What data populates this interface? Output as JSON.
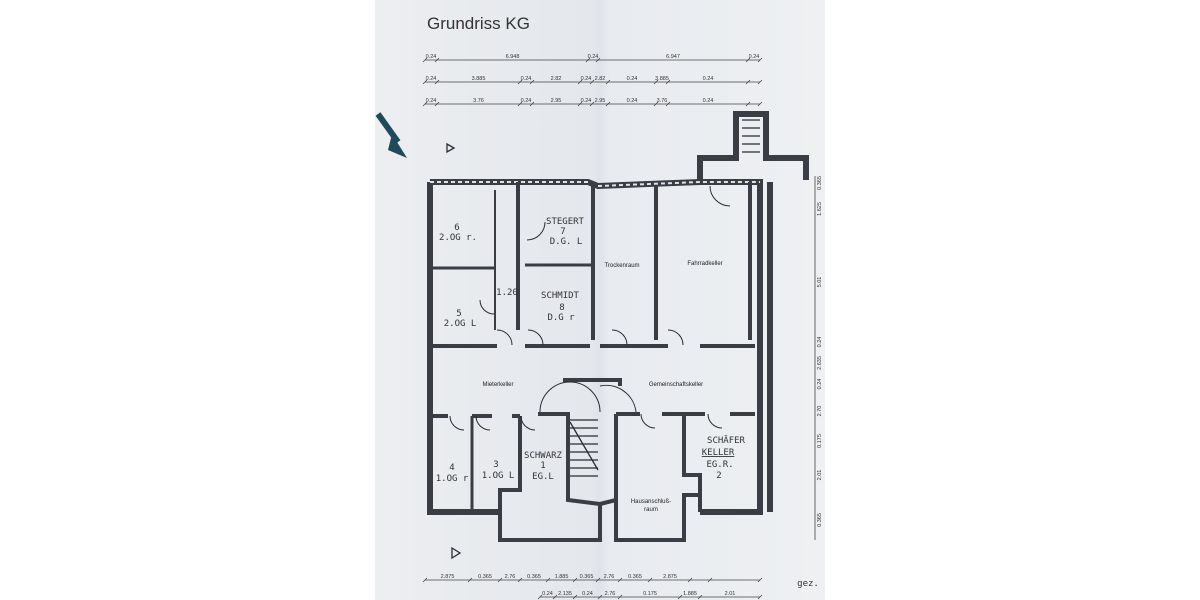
{
  "title": "Grundriss KG",
  "dimension_rows": [
    [
      "0.24",
      "6.948",
      "0.24",
      "6.947",
      "0.24"
    ],
    [
      "0.24",
      "3.885",
      "0.24",
      "2.82",
      "0.24",
      "2.82",
      "0.24",
      "3.885",
      "0.24"
    ],
    [
      "0.24",
      "3.76",
      "0.24",
      "2.95",
      "0.24",
      "2.95",
      "0.24",
      "3.76",
      "0.24"
    ]
  ],
  "bottom_dimensions": [
    "2.875",
    "0.365",
    "2.76",
    "0.365",
    "1.885",
    "0.365",
    "2.76",
    "0.365",
    "2.875"
  ],
  "bottom_dimensions_2": [
    "0.24",
    "2.135",
    "0.24",
    "2.76",
    "0.175",
    "1.885",
    "2.01"
  ],
  "right_dimensions": [
    "0.365",
    "1.625",
    "5.01",
    "0.24",
    "2.635",
    "0.24",
    "2.70",
    "0.175",
    "2.01",
    "0.365"
  ],
  "rooms": {
    "trockenraum": "Trockenraum",
    "fahrradkeller": "Fahrradkeller",
    "mieterkeller": "Mieterkeller",
    "gemeinschaftskeller": "Gemeinschaftskeller",
    "hausanschluss_1": "Hausanschluß-",
    "hausanschluss_2": "raum"
  },
  "handwritten": {
    "r6_num": "6",
    "r6_floor": "2.OG r.",
    "r5_num": "5",
    "r5_floor": "2.OG L",
    "r7_name": "STEGERT",
    "r7_num": "7",
    "r7_floor": "D.G. L",
    "r8_name": "SCHMIDT",
    "r8_num": "8",
    "r8_floor": "D.G r",
    "r4_num": "4",
    "r4_floor": "1.OG r",
    "r3_num": "3",
    "r3_floor": "1.OG L",
    "r1_name": "SCHWARZ",
    "r1_num": "1",
    "r1_floor": "EG.L",
    "r2_name": "SCHÄFER",
    "r2_sub": "KELLER",
    "r2_floor": "EG.R.",
    "r2_num": "2",
    "width_120": "1.20",
    "signature": "gez."
  },
  "colors": {
    "arrow": "#1f4a5a",
    "wall": "#3a3d44",
    "paper": "#e4e7ec"
  }
}
